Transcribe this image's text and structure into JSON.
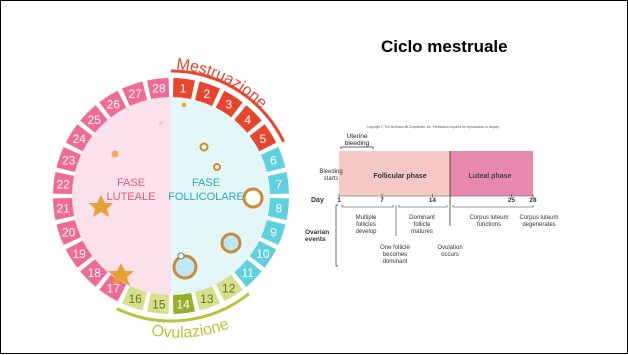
{
  "slide": {
    "title": "Ciclo mestruale"
  },
  "wheel": {
    "arc_top_label": "Mestruazione",
    "arc_bottom_label": "Ovulazione",
    "left_label_1": "FASE",
    "left_label_2": "LUTEALE",
    "right_label_1": "FASE",
    "right_label_2": "FOLLICOLARE",
    "days": [
      "1",
      "2",
      "3",
      "4",
      "5",
      "6",
      "7",
      "8",
      "9",
      "10",
      "11",
      "12",
      "13",
      "14",
      "15",
      "16",
      "17",
      "18",
      "19",
      "20",
      "21",
      "22",
      "23",
      "24",
      "25",
      "26",
      "27",
      "28"
    ],
    "colors": {
      "menstrual": "#e8452e",
      "follicular": "#5fd0dc",
      "ovulation": "#d5df8e",
      "ovulation_day": "#9aad28",
      "luteal": "#ef6a95",
      "luteal_bg": "#fbe1ec",
      "follicular_bg": "#e3f7f9"
    }
  },
  "timeline": {
    "copyright": "Copyright © The McGraw-Hill Companies, Inc. Permission required for reproduction or display.",
    "uterine_bleeding": "Uterine bleeding",
    "bleeding_starts": "Bleeding starts",
    "follicular_phase": "Follicular phase",
    "luteal_phase": "Luteal phase",
    "day_label": "Day",
    "day_ticks": [
      "1",
      "7",
      "14",
      "25",
      "28"
    ],
    "ovarian_events": "Ovarian events",
    "multiple_follicles": "Multiple follicles develop",
    "one_follicle": "One follicle becomes dominant",
    "dominant_follicle": "Dominant follicle matures",
    "ovulation_occurs": "Ovulation occurs",
    "corpus_functions": "Corpus luteum functions",
    "corpus_degenerates": "Corpus luteum degenerates",
    "colors": {
      "follicular": "#f4c9c4",
      "luteal": "#e989ae"
    }
  }
}
